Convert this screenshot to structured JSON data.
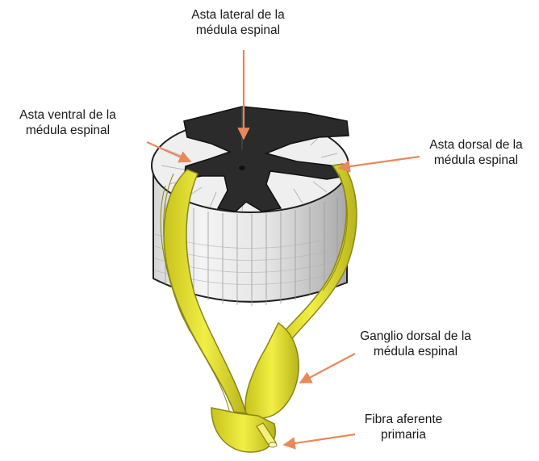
{
  "labels": {
    "lateral": {
      "line1": "Asta  lateral de la",
      "line2": "médula espinal"
    },
    "ventral": {
      "line1": "Asta  ventral de la",
      "line2": "médula espinal"
    },
    "dorsal": {
      "line1": "Asta dorsal de la",
      "line2": "médula espinal"
    },
    "ganglio": {
      "line1": "Ganglio dorsal de la",
      "line2": "médula espinal"
    },
    "fibra": {
      "line1": "Fibra aferente",
      "line2": "primaria"
    }
  },
  "colors": {
    "arrow": "#e8895a",
    "grey_matter": "#2b2b2b",
    "white_matter": "#efefef",
    "nerve": "#e3e02c",
    "nerve_dark": "#8a861a",
    "outline": "#1f1f1f"
  }
}
